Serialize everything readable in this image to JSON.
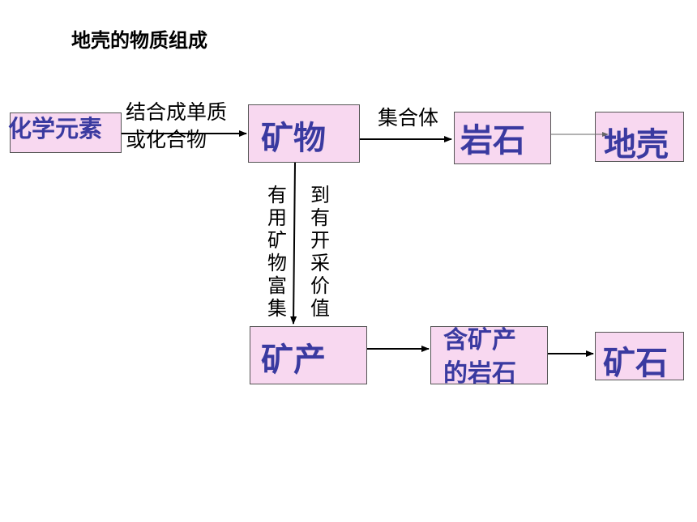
{
  "title": "地壳的物质组成",
  "nodes": {
    "elements": "化学元素",
    "mineral": "矿物",
    "rock": "岩石",
    "crust": "地壳",
    "deposit": "矿产",
    "ore_rock_line1": "含矿产",
    "ore_rock_line2": "的岩石",
    "ore": "矿石"
  },
  "edges": {
    "combine_line1": "结合成单质",
    "combine_line2": "或化合物",
    "aggregate": "集合体",
    "enrich": "有用矿物富集",
    "value": "到有开采价值"
  },
  "colors": {
    "box_fill": "#f8d8f0",
    "node_text": "#3a3aa0"
  }
}
